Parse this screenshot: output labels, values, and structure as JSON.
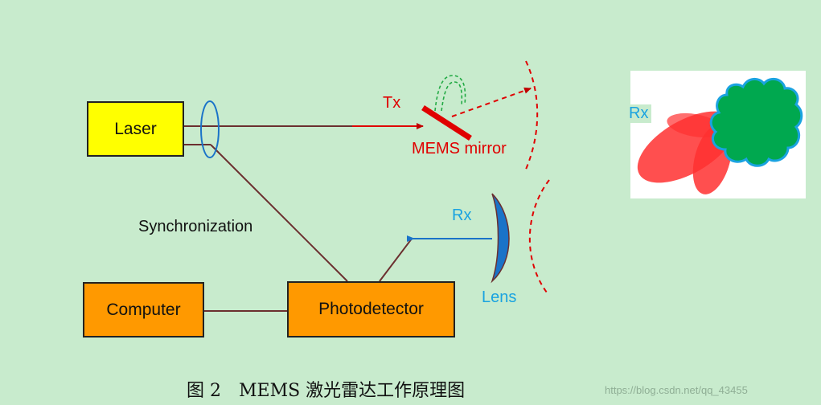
{
  "labels": {
    "laser": "Laser",
    "computer": "Computer",
    "photodetector": "Photodetector",
    "synchronization": "Synchronization",
    "tx": "Tx",
    "mems_mirror": "MEMS mirror",
    "rx": "Rx",
    "lens": "Lens",
    "rx_inset": "Rx"
  },
  "caption": "图 2　MEMS 激光雷达工作原理图",
  "watermark": "https://blog.csdn.net/qq_43455",
  "colors": {
    "background": "#c8ebcd",
    "laser_fill": "#ffff00",
    "box_fill": "#ff9900",
    "beam_red": "#e00000",
    "line_brown": "#6b2f2f",
    "rx_blue": "#1a73c8",
    "label_blue": "#1aa3e0",
    "green_trace": "#22aa44",
    "blob_green": "#00a84f",
    "lobe_red": "#ff3030"
  }
}
